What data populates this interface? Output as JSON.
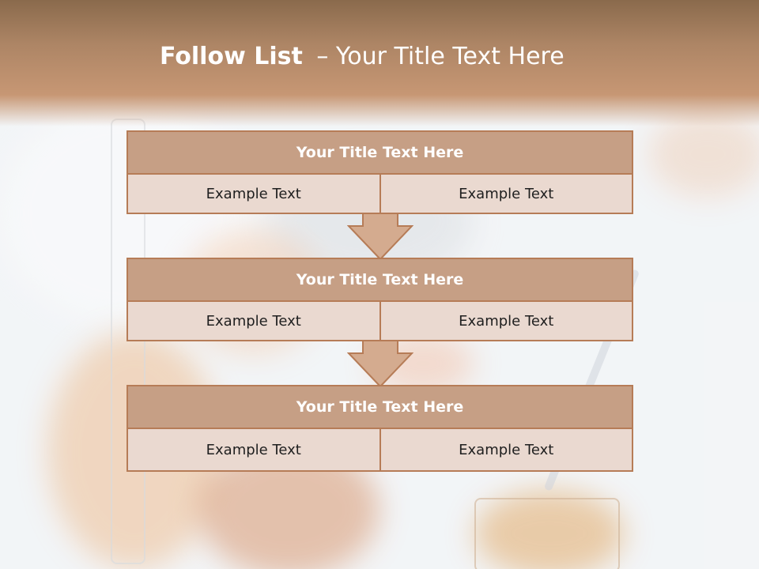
{
  "title": {
    "bold": "Follow List",
    "rest": "– Your Title Text Here"
  },
  "blocks": [
    {
      "title": "Your Title Text Here",
      "left": "Example Text",
      "right": "Example Text"
    },
    {
      "title": "Your Title Text Here",
      "left": "Example Text",
      "right": "Example Text"
    },
    {
      "title": "Your Title Text Here",
      "left": "Example Text",
      "right": "Example Text"
    }
  ],
  "colors": {
    "header": "#ad8565",
    "block_header": "#c69f85",
    "cell": "#ead9d0",
    "border": "#b67c57",
    "arrow": "#d4ab8f"
  }
}
